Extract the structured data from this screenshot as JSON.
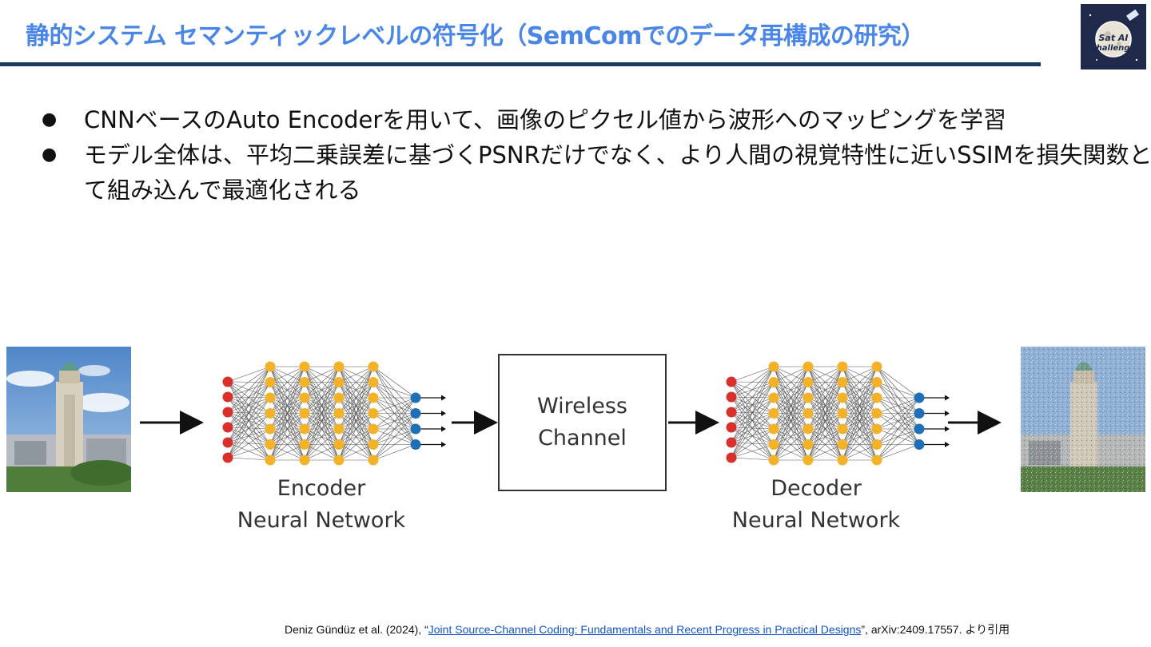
{
  "slide": {
    "title": "静的システム セマンティックレベルの符号化（SemComでのデータ再構成の研究）",
    "logo_text_line1": "Sat AI",
    "logo_text_line2": "challenge"
  },
  "bullets": [
    "CNNベースのAuto Encoderを用いて、画像のピクセル値から波形へのマッピングを学習",
    "モデル全体は、平均二乗誤差に基づくPSNRだけでなく、より人間の視覚特性に近いSSIMを損失関数として組み込んで最適化される"
  ],
  "diagram": {
    "encoder_label_1": "Encoder",
    "encoder_label_2": "Neural Network",
    "channel_label_1": "Wireless",
    "channel_label_2": "Channel",
    "decoder_label_1": "Decoder",
    "decoder_label_2": "Neural Network",
    "colors": {
      "input_node": "#d9302c",
      "hidden_node": "#f4b229",
      "output_node": "#1f6fb8",
      "edge": "#555555",
      "arrow": "#111111"
    }
  },
  "citation": {
    "prefix": "Deniz Gündüz et al. (2024), “",
    "link_text": "Joint Source-Channel Coding: Fundamentals and Recent Progress in Practical Designs",
    "suffix": "”, arXiv:2409.17557. より引用"
  }
}
